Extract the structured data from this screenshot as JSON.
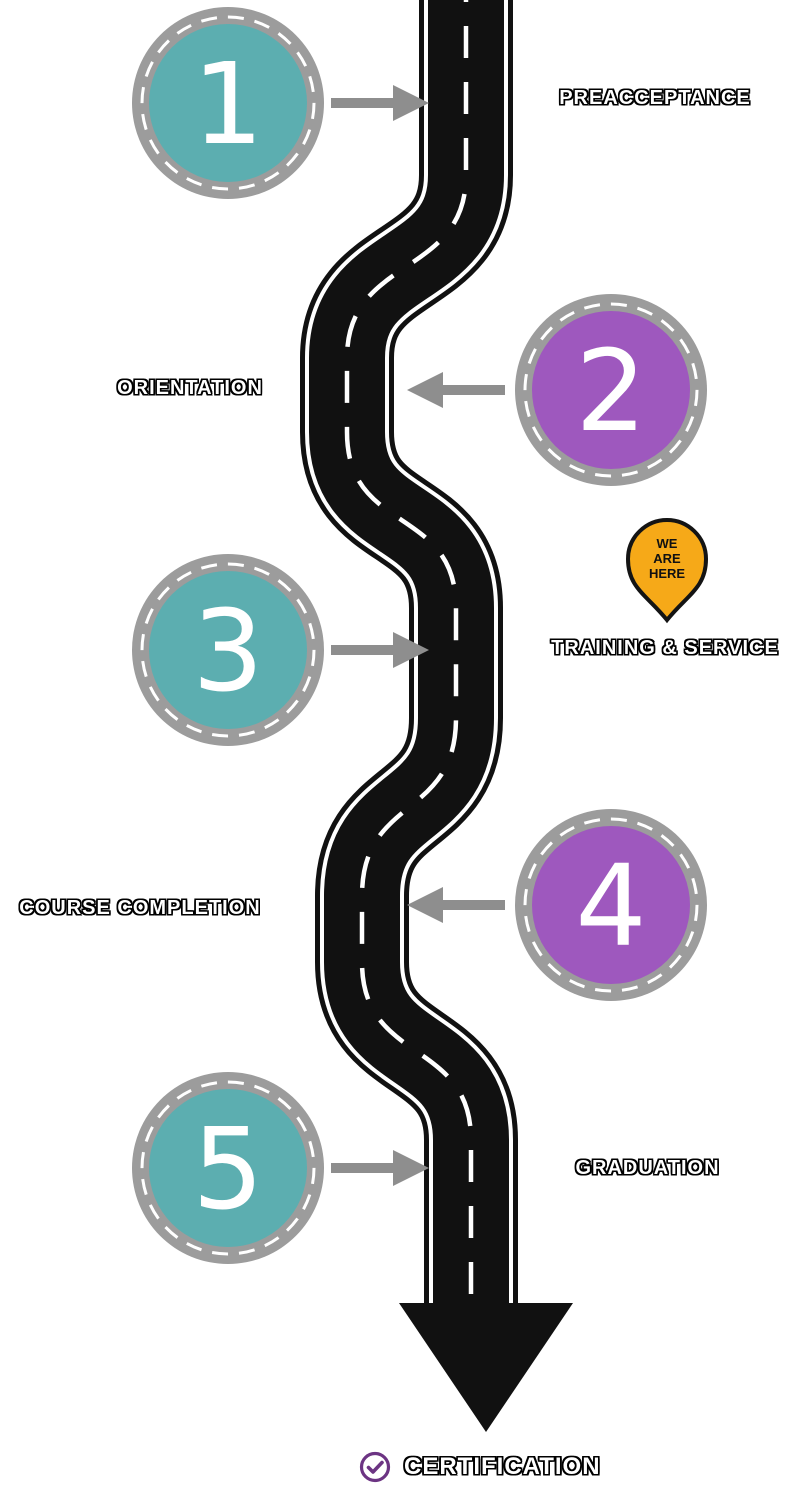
{
  "colors": {
    "teal": "#5CAEB0",
    "purple": "#9E58BE",
    "ring_gray": "#9C9C9C",
    "arrow_gray": "#8E8E8E",
    "road_black": "#111111",
    "pin_yellow": "#F6A918",
    "check_purple": "#6C3483",
    "label_text": "#FFFFFF"
  },
  "steps": [
    {
      "number": "1",
      "label": "PREACCEPTANCE",
      "side": "left",
      "color": "teal"
    },
    {
      "number": "2",
      "label": "ORIENTATION",
      "side": "right",
      "color": "purple"
    },
    {
      "number": "3",
      "label": "TRAINING & SERVICE",
      "side": "left",
      "color": "teal"
    },
    {
      "number": "4",
      "label": "COURSE COMPLETION",
      "side": "right",
      "color": "purple"
    },
    {
      "number": "5",
      "label": "GRADUATION",
      "side": "left",
      "color": "teal"
    }
  ],
  "marker": {
    "icon": "we-are-here-pin",
    "lines": [
      "WE",
      "ARE",
      "HERE"
    ]
  },
  "footer": {
    "icon": "check-circle-icon",
    "label": "CERTIFICATION"
  }
}
